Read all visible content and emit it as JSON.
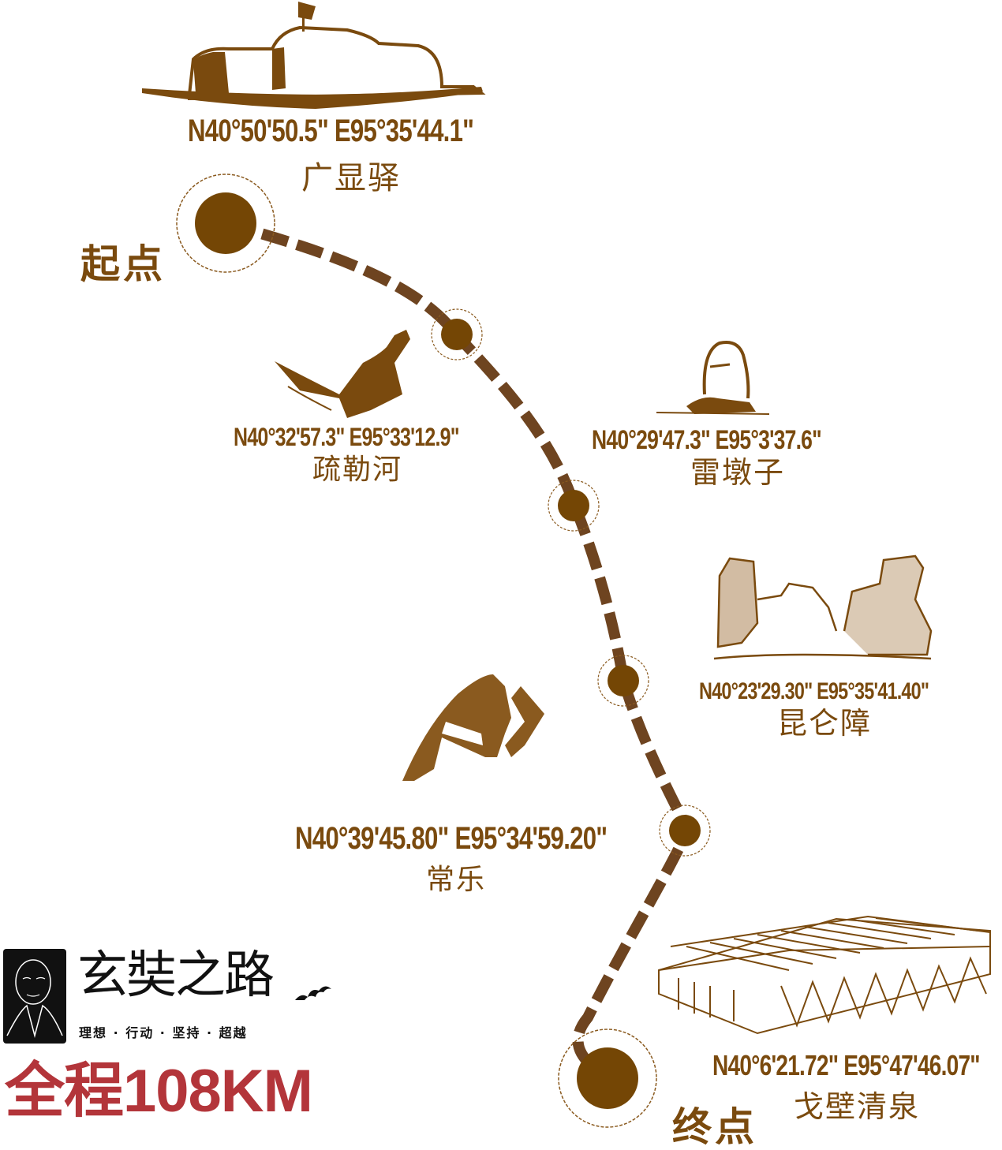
{
  "colors": {
    "brown": "#7a4a0e",
    "dot": "#744605",
    "route": "#6e4420",
    "sketch": "#8a5a1f",
    "accent_red": "#b3353a",
    "logo_black": "#111111"
  },
  "route": {
    "start_label": "起点",
    "end_label": "终点",
    "waypoints": [
      {
        "name": "广显驿",
        "coords": "N40°50'50.5\"   E95°35'44.1\"",
        "illustration": "ruined-fort-sketch"
      },
      {
        "name": "疏勒河",
        "coords": "N40°32'57.3\"   E95°33'12.9\"",
        "illustration": "river-sketch"
      },
      {
        "name": "雷墩子",
        "coords": "N40°29'47.3\"   E95°3'37.6\"",
        "illustration": "rock-mound-sketch"
      },
      {
        "name": "昆仑障",
        "coords": "N40°23'29.30\"   E95°35'41.40\"",
        "illustration": "canyon-sketch"
      },
      {
        "name": "常乐",
        "coords": "N40°39'45.80\" E95°34'59.20\"",
        "illustration": "tent-sketch"
      },
      {
        "name": "戈壁清泉",
        "coords": "N40°6'21.72\" E95°47'46.07\"",
        "illustration": "pavilion-structure-sketch"
      }
    ]
  },
  "logo": {
    "title": "玄奘之路",
    "slogan": "理想 · 行动 · 坚持 · 超越",
    "icon": "monk-portrait-icon"
  },
  "total_distance": "全程108KM"
}
